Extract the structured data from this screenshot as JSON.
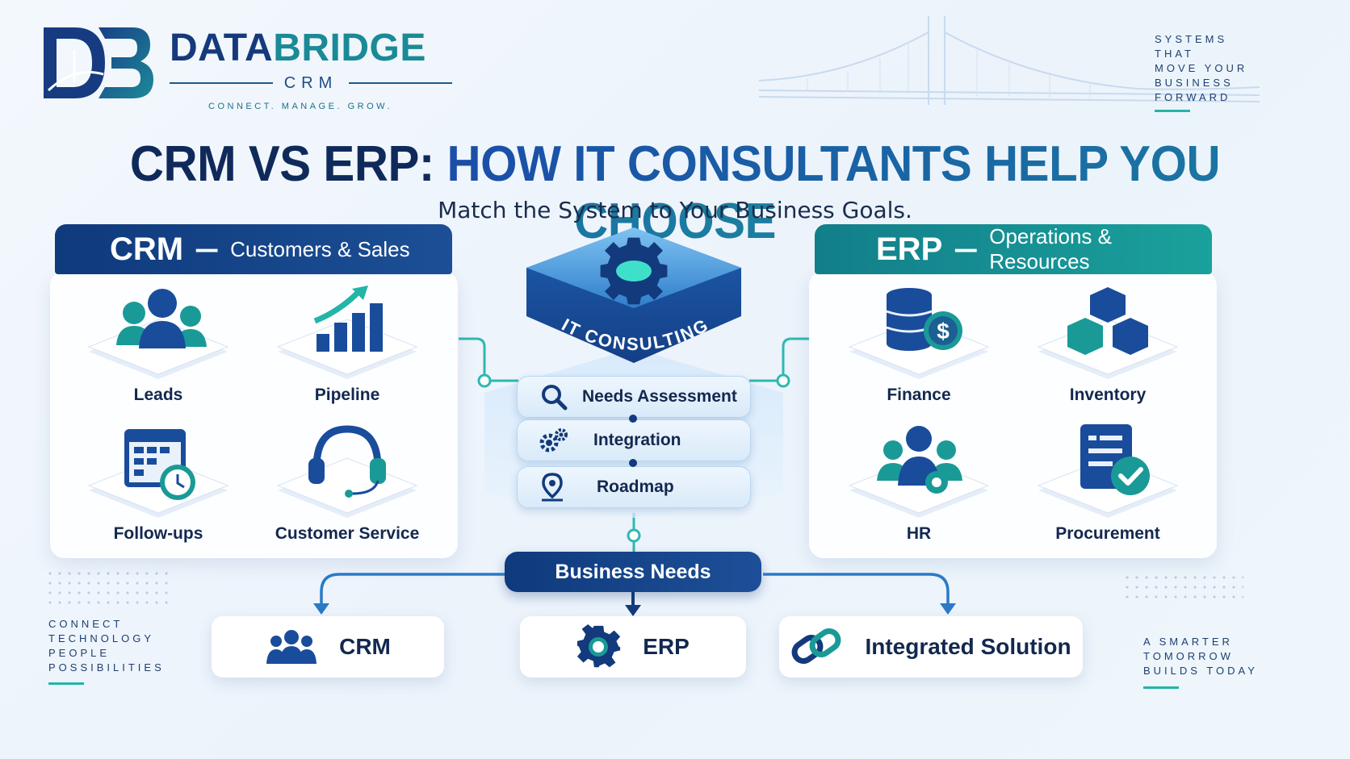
{
  "brand": {
    "name_part1": "DATA",
    "name_part2": "BRIDGE",
    "sub": "CRM",
    "tagline": "CONNECT. MANAGE. GROW."
  },
  "side": {
    "top_right": "SYSTEMS\nTHAT\nMOVE YOUR\nBUSINESS\nFORWARD",
    "bottom_left": "CONNECT\nTECHNOLOGY\nPEOPLE\nPOSSIBILITIES",
    "bottom_right": "A SMARTER\nTOMORROW\nBUILDS TODAY"
  },
  "title": {
    "part1": "CRM VS ERP: ",
    "part2": "HOW IT CONSULTANTS HELP YOU CHOOSE",
    "subtitle": "Match the System to Your Business Goals."
  },
  "crm_panel": {
    "heading": "CRM",
    "dash": "—",
    "subheading": "Customers & Sales",
    "items": [
      "Leads",
      "Pipeline",
      "Follow-ups",
      "Customer Service"
    ]
  },
  "erp_panel": {
    "heading": "ERP",
    "dash": "—",
    "subheading": "Operations & Resources",
    "items": [
      "Finance",
      "Inventory",
      "HR",
      "Procurement"
    ]
  },
  "center": {
    "hub_label": "IT CONSULTING",
    "steps": [
      "Needs Assessment",
      "Integration",
      "Roadmap"
    ],
    "needs_label": "Business Needs"
  },
  "results": [
    "CRM",
    "ERP",
    "Integrated Solution"
  ],
  "colors": {
    "navy": "#0f3a7c",
    "teal": "#1aa19c",
    "accent_mint": "#22b5a8",
    "background": "#eef5fc"
  }
}
